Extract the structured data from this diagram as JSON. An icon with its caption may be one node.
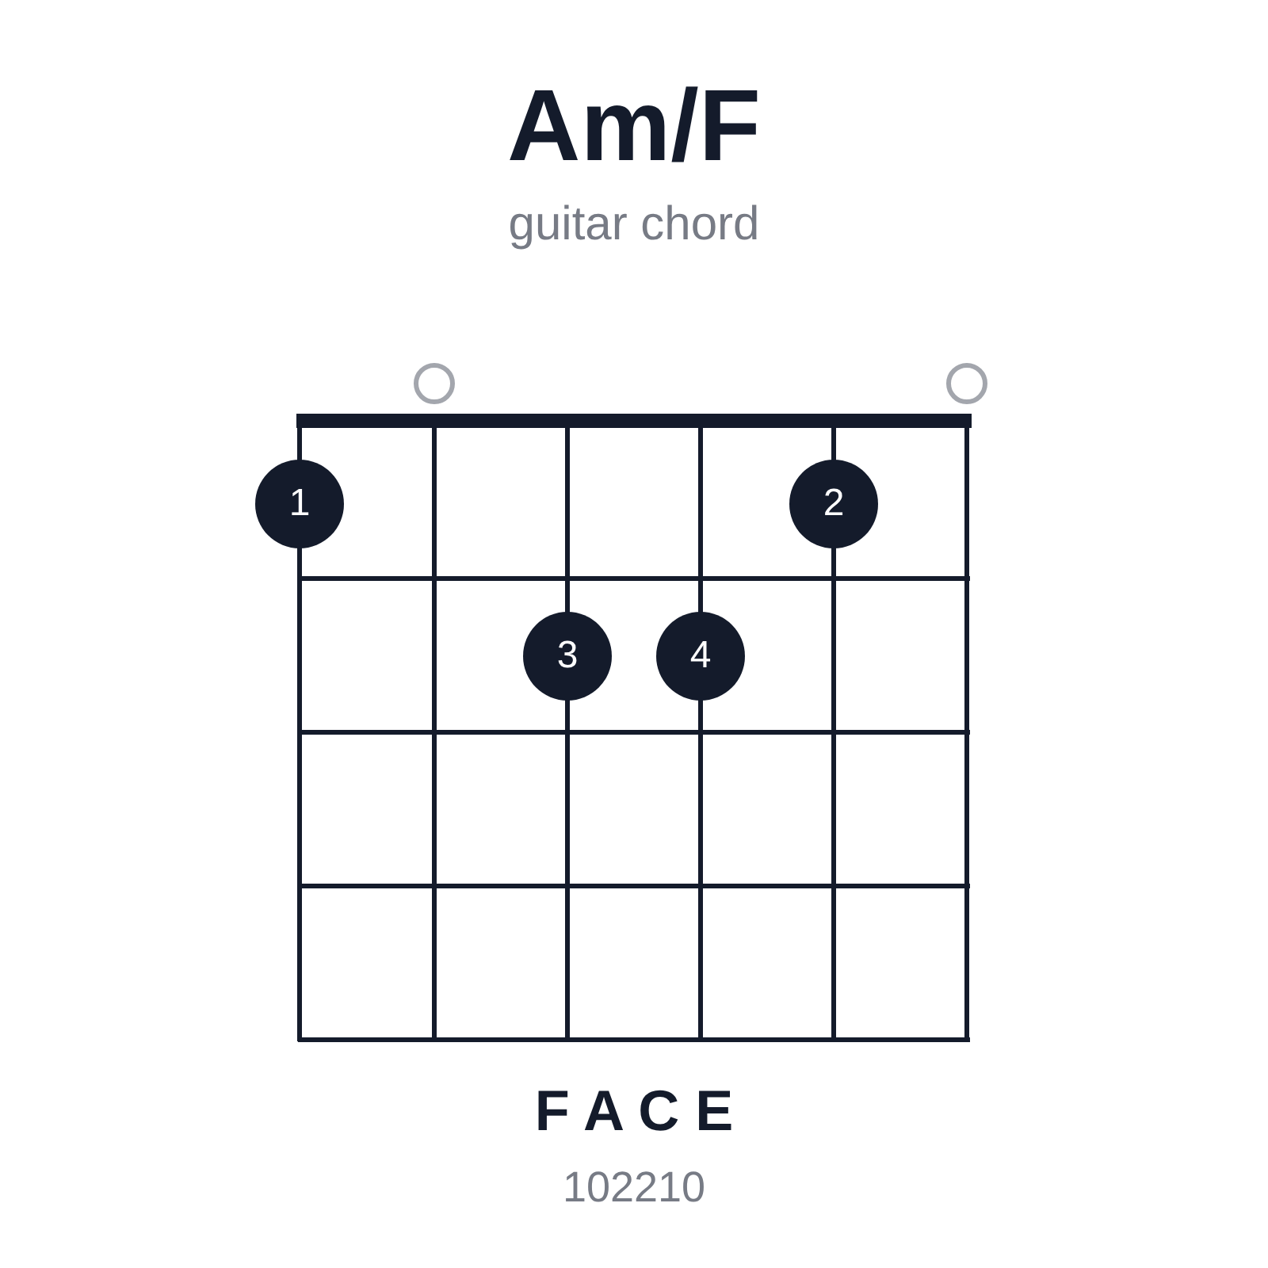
{
  "diagram": {
    "title": "Am/F",
    "nodes": [
      {
        "text": [],
        "shape": "circle"
      },
      {
        "text": [],
        "shape": "circle"
      },
      {
        "text": [
          "1"
        ]
      },
      {
        "text": [
          "2"
        ]
      },
      {
        "text": [
          "3"
        ]
      },
      {
        "text": [
          "4"
        ]
      }
    ],
    "labels": [
      "guitar chord",
      "F A C E",
      "102210"
    ]
  }
}
